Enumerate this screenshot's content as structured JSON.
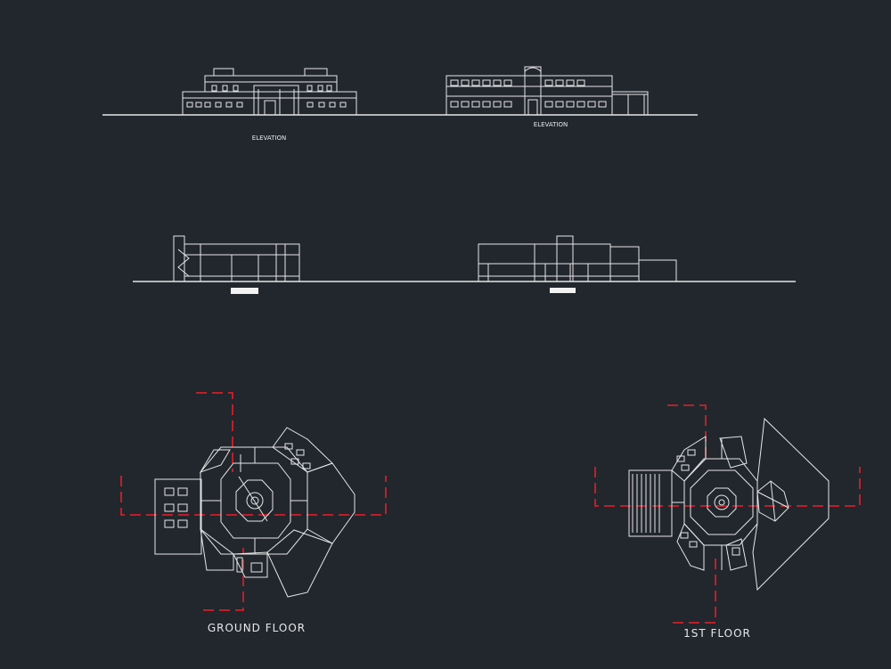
{
  "labels": {
    "elevation_left": "ELEVATION",
    "elevation_right": "ELEVATION",
    "ground_floor": "GROUND FLOOR",
    "first_floor": "1ST FLOOR"
  },
  "colors": {
    "background": "#21272d",
    "linework": "#e6e6e6",
    "axis": "#d0202a"
  }
}
